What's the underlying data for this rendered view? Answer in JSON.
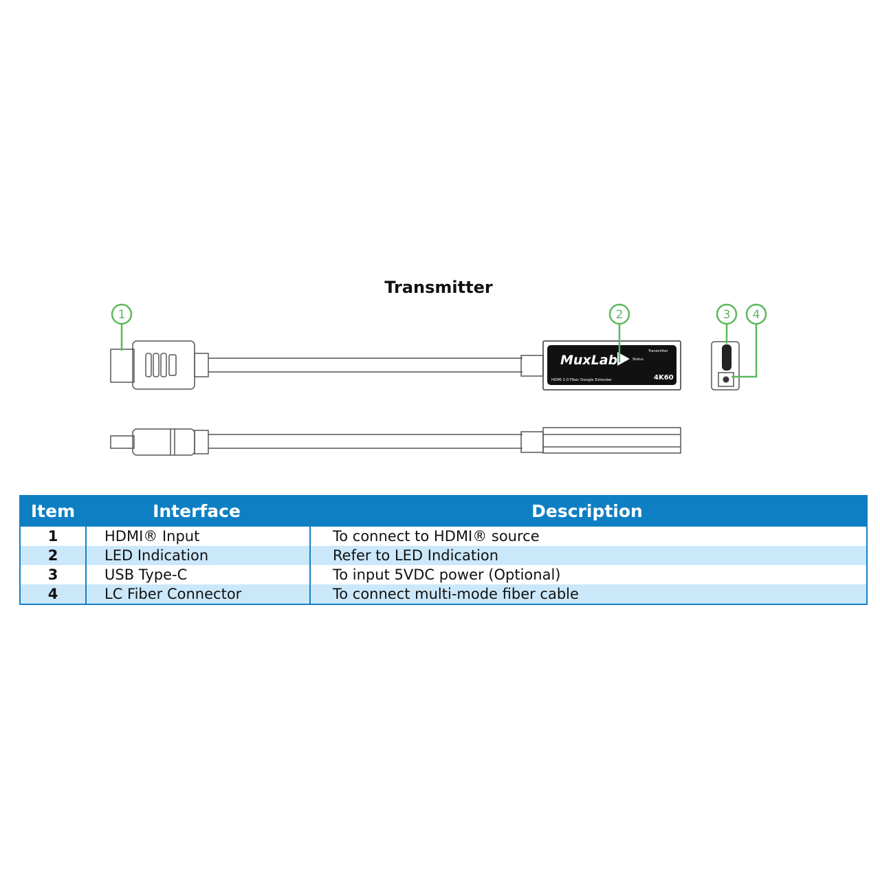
{
  "title": "Transmitter",
  "callouts": [
    "1",
    "2",
    "3",
    "4"
  ],
  "device": {
    "brand": "MuxLab",
    "model": "HDMI 2.0 Fiber Dongle Extender",
    "role": "Transmitter",
    "status_label": "Status",
    "badge": "4K60"
  },
  "colors": {
    "callout": "#5cb85c",
    "header": "#0f7fc3",
    "row_alt": "#cbe8fb"
  },
  "table": {
    "headers": [
      "Item",
      "Interface",
      "Description"
    ],
    "rows": [
      {
        "item": "1",
        "interface": "HDMI® Input",
        "description": "To connect to HDMI® source"
      },
      {
        "item": "2",
        "interface": "LED Indication",
        "description": "Refer to LED Indication"
      },
      {
        "item": "3",
        "interface": "USB Type-C",
        "description": "To input 5VDC power (Optional)"
      },
      {
        "item": "4",
        "interface": "LC Fiber Connector",
        "description": "To connect multi-mode fiber cable"
      }
    ]
  }
}
